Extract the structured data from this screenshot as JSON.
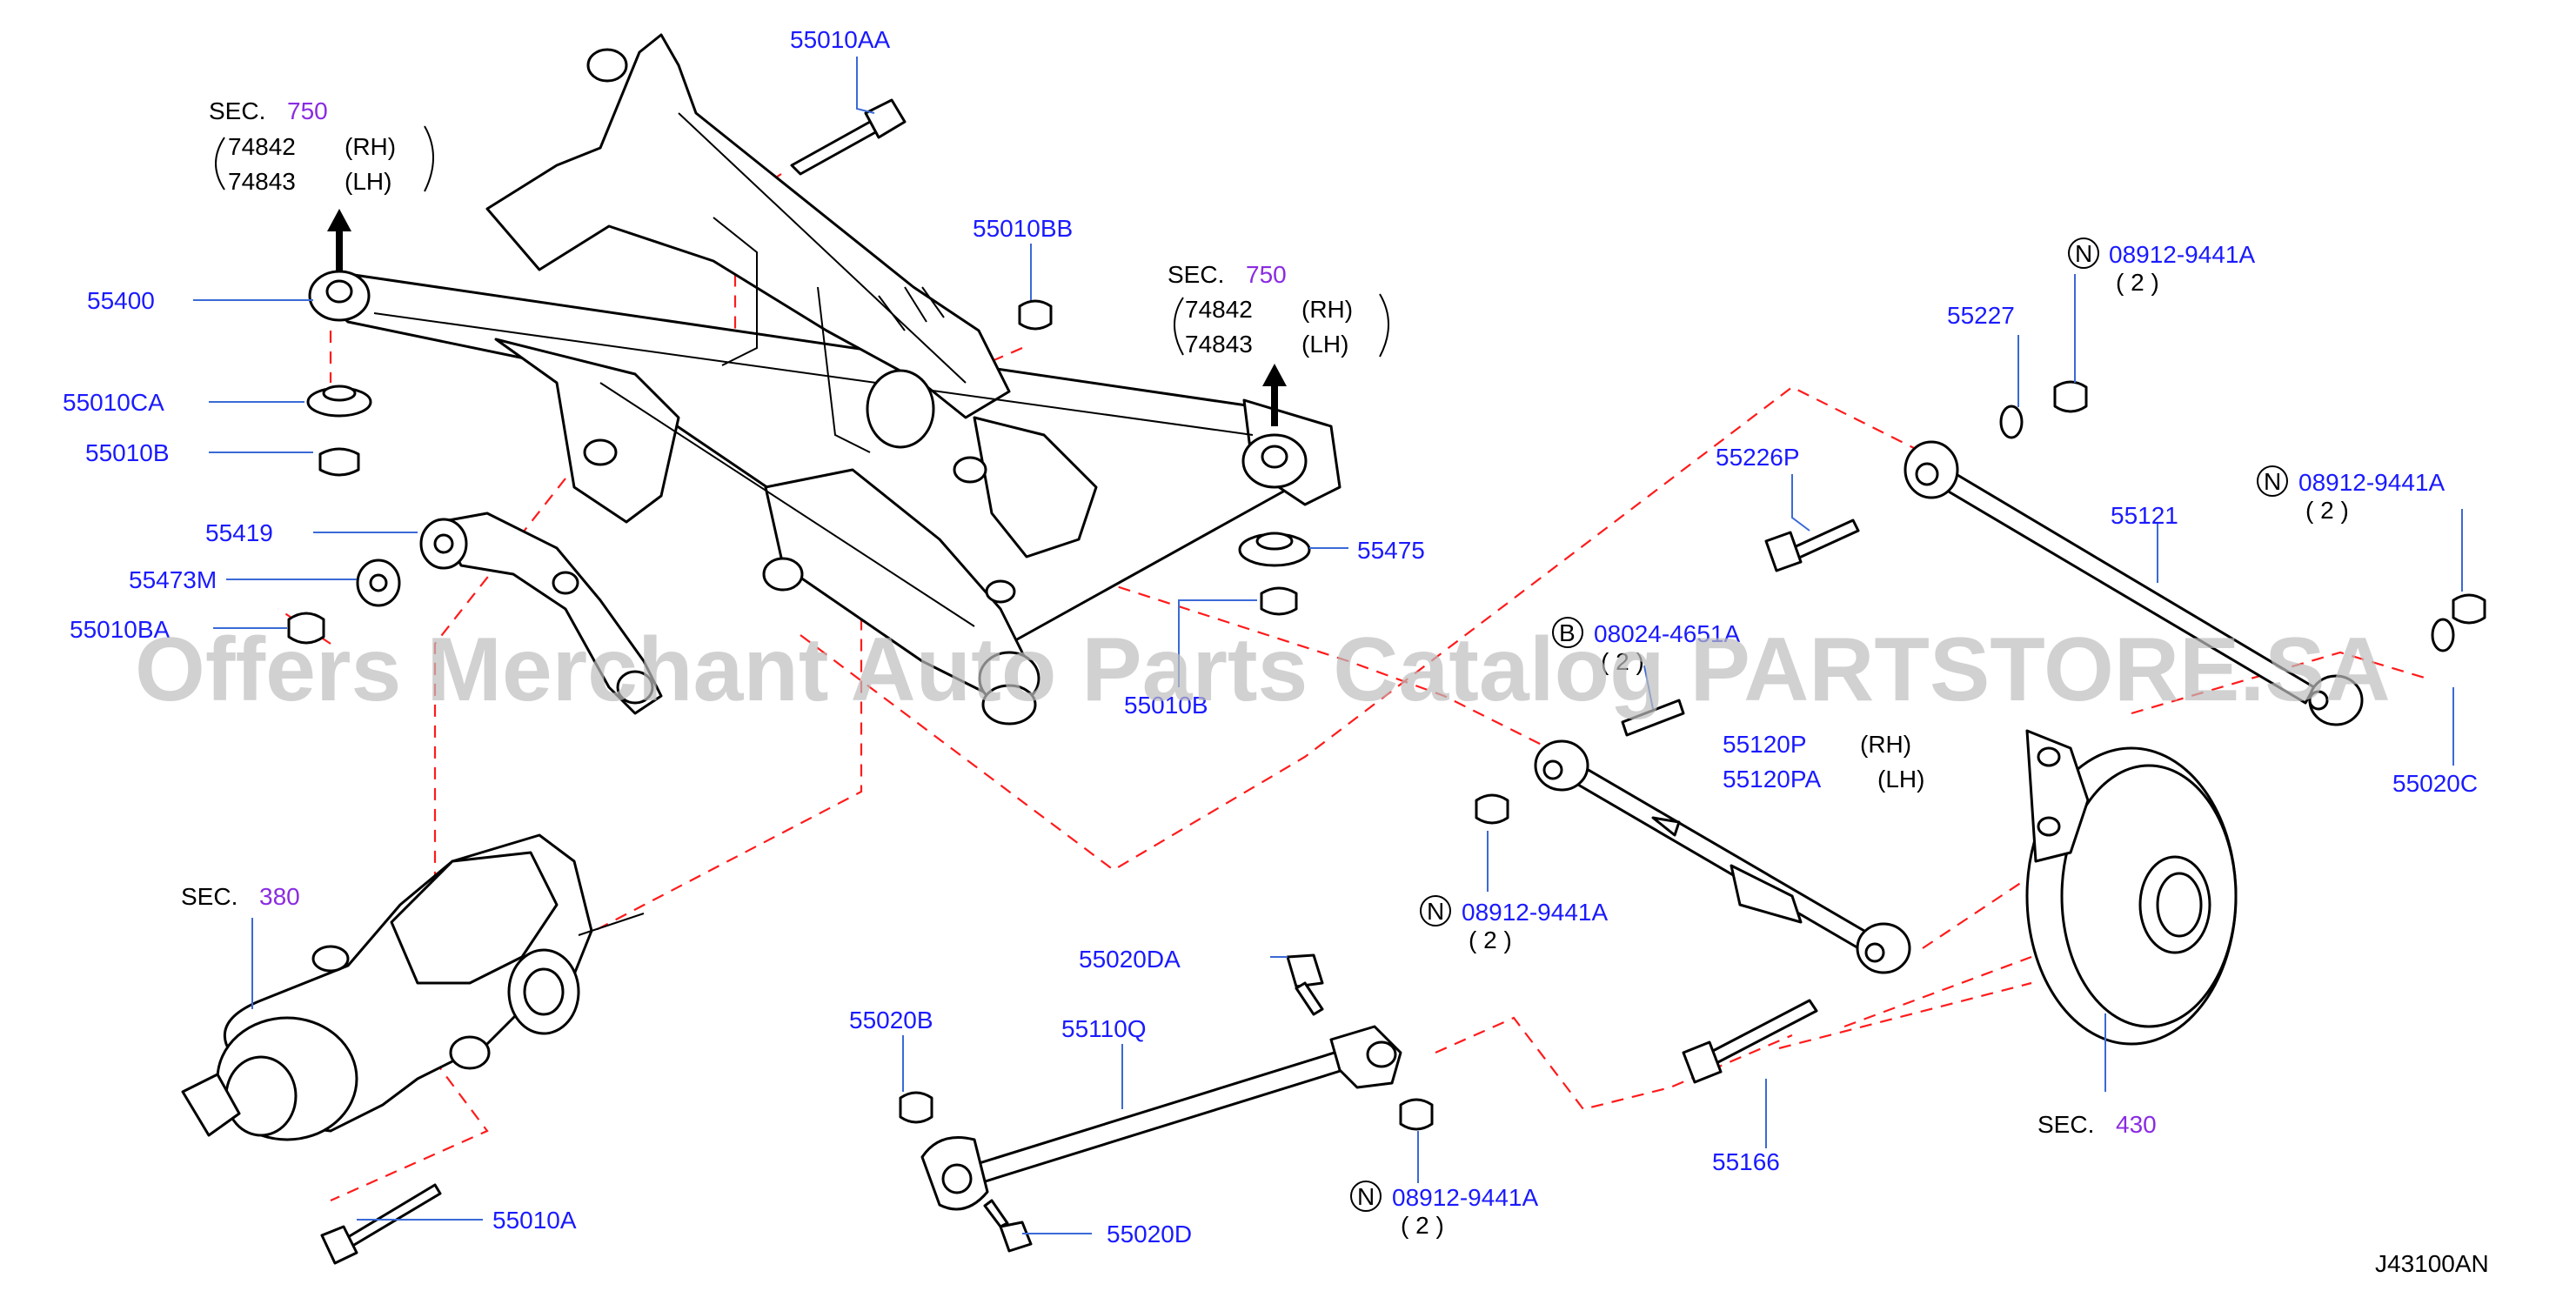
{
  "diagram_code": "J43100AN",
  "watermark": "Offers Merchant Auto Parts Catalog PARTSTORE.SA",
  "colors": {
    "part_number": "#1a1aff",
    "section_ref": "#8a2be2",
    "dashed_line": "#ff1a1a",
    "leader": "#3a6ad6"
  },
  "sections": {
    "sec750_left": {
      "label": "SEC.",
      "num": "750",
      "rh_code": "74842",
      "rh": "(RH)",
      "lh_code": "74843",
      "lh": "(LH)"
    },
    "sec750_right": {
      "label": "SEC.",
      "num": "750",
      "rh_code": "74842",
      "rh": "(RH)",
      "lh_code": "74843",
      "lh": "(LH)"
    },
    "sec380": {
      "label": "SEC.",
      "num": "380"
    },
    "sec430": {
      "label": "SEC.",
      "num": "430"
    }
  },
  "parts": {
    "p55400": "55400",
    "p55010CA": "55010CA",
    "p55010B_a": "55010B",
    "p55419": "55419",
    "p55473M": "55473M",
    "p55010BA": "55010BA",
    "p55010AA": "55010AA",
    "p55010BB": "55010BB",
    "p55475": "55475",
    "p55010B_b": "55010B",
    "p55010A": "55010A",
    "p55020DA": "55020DA",
    "p55020B": "55020B",
    "p55110Q": "55110Q",
    "p55020D": "55020D",
    "p55227": "55227",
    "p55226P": "55226P",
    "p55121": "55121",
    "p55020C": "55020C",
    "p55120P": "55120P",
    "p55120P_rh": "(RH)",
    "p55120PA": "55120PA",
    "p55120PA_lh": "(LH)",
    "p55166": "55166"
  },
  "fasteners": {
    "n1": {
      "badge": "N",
      "code": "08912-9441A",
      "qty": "( 2 )"
    },
    "n2": {
      "badge": "N",
      "code": "08912-9441A",
      "qty": "( 2 )"
    },
    "n3": {
      "badge": "N",
      "code": "08912-9441A",
      "qty": "( 2 )"
    },
    "n4": {
      "badge": "N",
      "code": "08912-9441A",
      "qty": "( 2 )"
    },
    "b1": {
      "badge": "B",
      "code": "08024-4651A",
      "qty": "( 2 )"
    }
  }
}
